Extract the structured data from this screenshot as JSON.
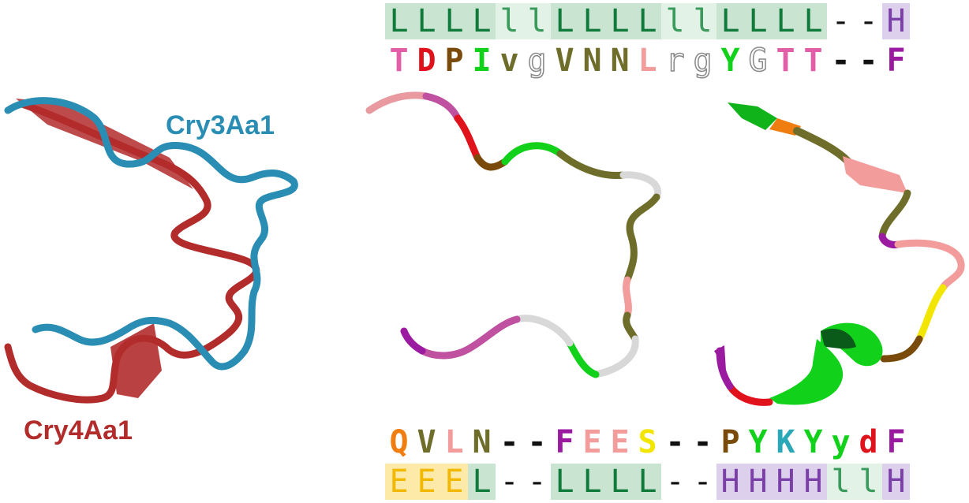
{
  "labels": {
    "cry3": {
      "text": "Cry3Aa1",
      "color": "#2a8db3"
    },
    "cry4": {
      "text": "Cry4Aa1",
      "color": "#b32c2c"
    }
  },
  "ss_colors": {
    "L": {
      "bg": "#c9e5d2",
      "fg": "#0f7a3a"
    },
    "l": {
      "bg": "#e2f2e6",
      "fg": "#3a9a5c"
    },
    "H": {
      "bg": "#ddd0ec",
      "fg": "#7b3fa8"
    },
    "E": {
      "bg": "#fdeaa8",
      "fg": "#f2b800"
    },
    "-": {
      "bg": "",
      "fg": "#111111"
    }
  },
  "top_ss": [
    "L",
    "L",
    "L",
    "L",
    "l",
    "l",
    "L",
    "L",
    "L",
    "L",
    "l",
    "l",
    "L",
    "L",
    "L",
    "L",
    "-",
    "-",
    "H"
  ],
  "top_aa": [
    {
      "c": "T",
      "color": "#e25fa8"
    },
    {
      "c": "D",
      "color": "#e0121b"
    },
    {
      "c": "P",
      "color": "#7a4a0a"
    },
    {
      "c": "I",
      "color": "#11d11b"
    },
    {
      "c": "v",
      "color": "#6e6e2a"
    },
    {
      "c": "g",
      "color": "#ffffff",
      "outline": true
    },
    {
      "c": "V",
      "color": "#6e6e2a"
    },
    {
      "c": "N",
      "color": "#6e6e2a"
    },
    {
      "c": "N",
      "color": "#6e6e2a"
    },
    {
      "c": "L",
      "color": "#f29c9c"
    },
    {
      "c": "r",
      "color": "#ffffff",
      "outline": true
    },
    {
      "c": "g",
      "color": "#ffffff",
      "outline": true
    },
    {
      "c": "Y",
      "color": "#11d11b"
    },
    {
      "c": "G",
      "color": "#ffffff",
      "outline": true
    },
    {
      "c": "T",
      "color": "#e25fa8"
    },
    {
      "c": "T",
      "color": "#e25fa8"
    },
    {
      "c": "-",
      "color": "#111111"
    },
    {
      "c": "-",
      "color": "#111111"
    },
    {
      "c": "F",
      "color": "#9a1aa0"
    }
  ],
  "bottom_aa": [
    {
      "c": "Q",
      "color": "#f07d10"
    },
    {
      "c": "V",
      "color": "#6e6e2a"
    },
    {
      "c": "L",
      "color": "#f29c9c"
    },
    {
      "c": "N",
      "color": "#6e6e2a"
    },
    {
      "c": "-",
      "color": "#111111"
    },
    {
      "c": "-",
      "color": "#111111"
    },
    {
      "c": "F",
      "color": "#9a1aa0"
    },
    {
      "c": "E",
      "color": "#f29c9c"
    },
    {
      "c": "E",
      "color": "#f29c9c"
    },
    {
      "c": "S",
      "color": "#f2e600"
    },
    {
      "c": "-",
      "color": "#111111"
    },
    {
      "c": "-",
      "color": "#111111"
    },
    {
      "c": "P",
      "color": "#7a4a0a"
    },
    {
      "c": "Y",
      "color": "#11d11b"
    },
    {
      "c": "K",
      "color": "#2aa8b8"
    },
    {
      "c": "Y",
      "color": "#11d11b"
    },
    {
      "c": "y",
      "color": "#11d11b"
    },
    {
      "c": "d",
      "color": "#e0121b"
    },
    {
      "c": "F",
      "color": "#9a1aa0"
    }
  ],
  "bottom_ss": [
    "E",
    "E",
    "E",
    "L",
    "-",
    "-",
    "L",
    "L",
    "L",
    "L",
    "-",
    "-",
    "H",
    "H",
    "H",
    "H",
    "l",
    "l",
    "H"
  ]
}
